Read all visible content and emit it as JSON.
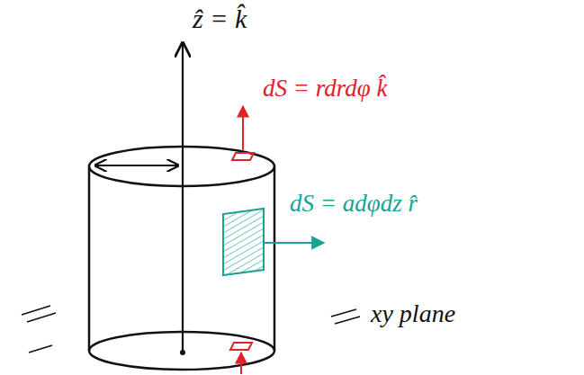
{
  "diagram": {
    "labels": [
      "ẑ = k̂",
      "dS = rdrdφ k̂",
      "dS = adφdz r̂",
      "xy plane"
    ]
  }
}
